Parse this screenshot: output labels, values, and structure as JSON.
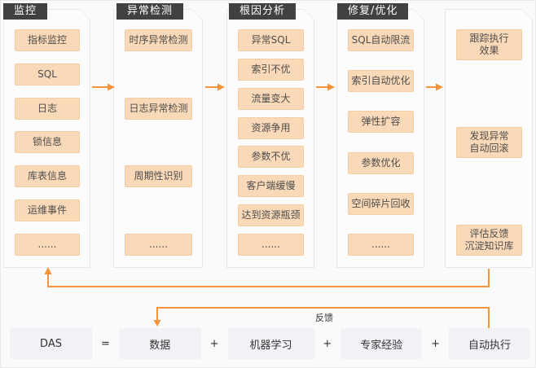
{
  "palette": {
    "arrow_orange": "#F5923C",
    "header_bg": "#414141",
    "header_text": "#FFFFFF",
    "item_bg": "#FAD9B8",
    "item_border": "#F2CDA4",
    "panel_bg": "#FCFCFC",
    "panel_border": "#E7E7E7",
    "equation_box_bg": "#F0F2F5",
    "page_bg": "#FAFAFA"
  },
  "columns": [
    {
      "header": "监控",
      "items": [
        "指标监控",
        "SQL",
        "日志",
        "锁信息",
        "库表信息",
        "运维事件",
        "......"
      ]
    },
    {
      "header": "异常检测",
      "items": [
        "时序异常检测",
        "日志异常检测",
        "周期性识别",
        "......"
      ]
    },
    {
      "header": "根因分析",
      "items": [
        "异常SQL",
        "索引不优",
        "流量变大",
        "资源争用",
        "参数不优",
        "客户端缓慢",
        "达到资源瓶颈",
        "......"
      ]
    },
    {
      "header": "修复/优化",
      "items": [
        "SQL自动限流",
        "索引自动优化",
        "弹性扩容",
        "参数优化",
        "空间碎片回收",
        "......"
      ]
    },
    {
      "header": "",
      "items": [
        "跟踪执行\n效果",
        "发现异常\n自动回滚",
        "评估反馈\n沉淀知识库"
      ]
    }
  ],
  "feedback": {
    "label": "反馈"
  },
  "equation": {
    "terms": [
      "DAS",
      "数据",
      "机器学习",
      "专家经验",
      "自动执行"
    ],
    "operators": [
      "=",
      "+",
      "+",
      "+"
    ]
  }
}
